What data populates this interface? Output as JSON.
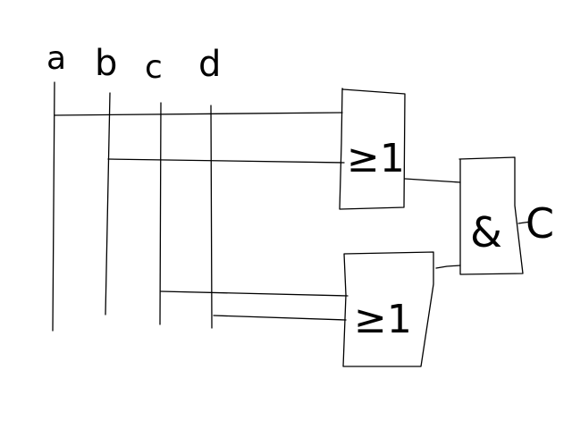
{
  "inputs": [
    "a",
    "b",
    "c",
    "d"
  ],
  "gates": {
    "or_top": {
      "label": "≥1"
    },
    "or_bottom": {
      "label": "≥1"
    },
    "and": {
      "label": "&"
    }
  },
  "output": {
    "label": "C"
  },
  "colors": {
    "ink": "#000000",
    "background": "#ffffff"
  }
}
